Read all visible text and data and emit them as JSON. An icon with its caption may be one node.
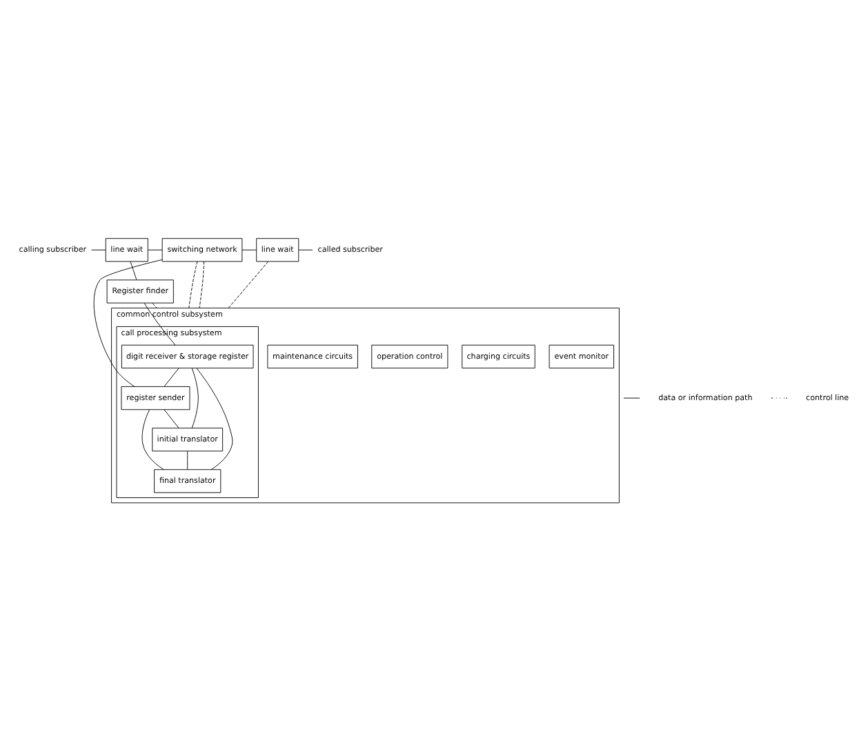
{
  "diagram": {
    "nodes": [
      {
        "text": [
          "calling subscriber"
        ]
      },
      {
        "text": [
          "line wait"
        ]
      },
      {
        "text": [
          "switching network"
        ]
      },
      {
        "text": [
          "line wait"
        ]
      },
      {
        "text": [
          "called subscriber"
        ]
      },
      {
        "text": [
          "Register finder"
        ]
      },
      {
        "text": [
          "common control subsystem"
        ]
      },
      {
        "text": [
          "call processing subsystem"
        ],
        "in": 6
      },
      {
        "text": [
          "digit receiver & storage register"
        ],
        "in": 7
      },
      {
        "text": [
          "register sender"
        ],
        "in": 7
      },
      {
        "text": [
          "initial translator"
        ],
        "in": 7
      },
      {
        "text": [
          "final translator"
        ],
        "in": 7
      },
      {
        "text": [
          "charging circuits"
        ],
        "in": 6
      },
      {
        "text": [
          "operation control"
        ],
        "in": 6
      },
      {
        "text": [
          "maintenance circuits"
        ],
        "in": 6
      },
      {
        "text": [
          "event monitor"
        ],
        "in": 6
      }
    ],
    "edges": [
      {
        "from": 0,
        "to": 1,
        "arrow": "none"
      },
      {
        "from": 1,
        "to": 2,
        "arrow": "none"
      },
      {
        "from": 2,
        "to": 3,
        "arrow": "none"
      },
      {
        "from": 3,
        "to": 4,
        "arrow": "none"
      },
      {
        "from": 1,
        "to": 5,
        "arrow": "none"
      },
      {
        "from": 5,
        "to": 8,
        "arrow": "none"
      },
      {
        "from": 2,
        "to": 9,
        "arrow": "none"
      },
      {
        "from": 8,
        "to": 9,
        "arrow": "none"
      },
      {
        "from": 8,
        "to": 11,
        "arrow": "none"
      },
      {
        "from": 8,
        "to": 10,
        "arrow": "none"
      },
      {
        "from": 10,
        "to": 11,
        "arrow": "none"
      },
      {
        "from": 9,
        "to": 11,
        "arrow": "none"
      },
      {
        "from": 9,
        "to": 10,
        "arrow": "none"
      },
      {
        "from": 2,
        "to": 6,
        "arrow": "none",
        "style": "dashed"
      },
      {
        "from": 5,
        "to": 6,
        "arrow": "none",
        "style": "dashed"
      },
      {
        "from": 2,
        "to": 6,
        "arrow": "none",
        "style": "dashed"
      },
      {
        "from": 3,
        "to": 6,
        "arrow": "none",
        "style": "dashed"
      }
    ],
    "legend": [
      {
        "text": "data or information path"
      },
      {
        "text": "control line"
      }
    ]
  }
}
